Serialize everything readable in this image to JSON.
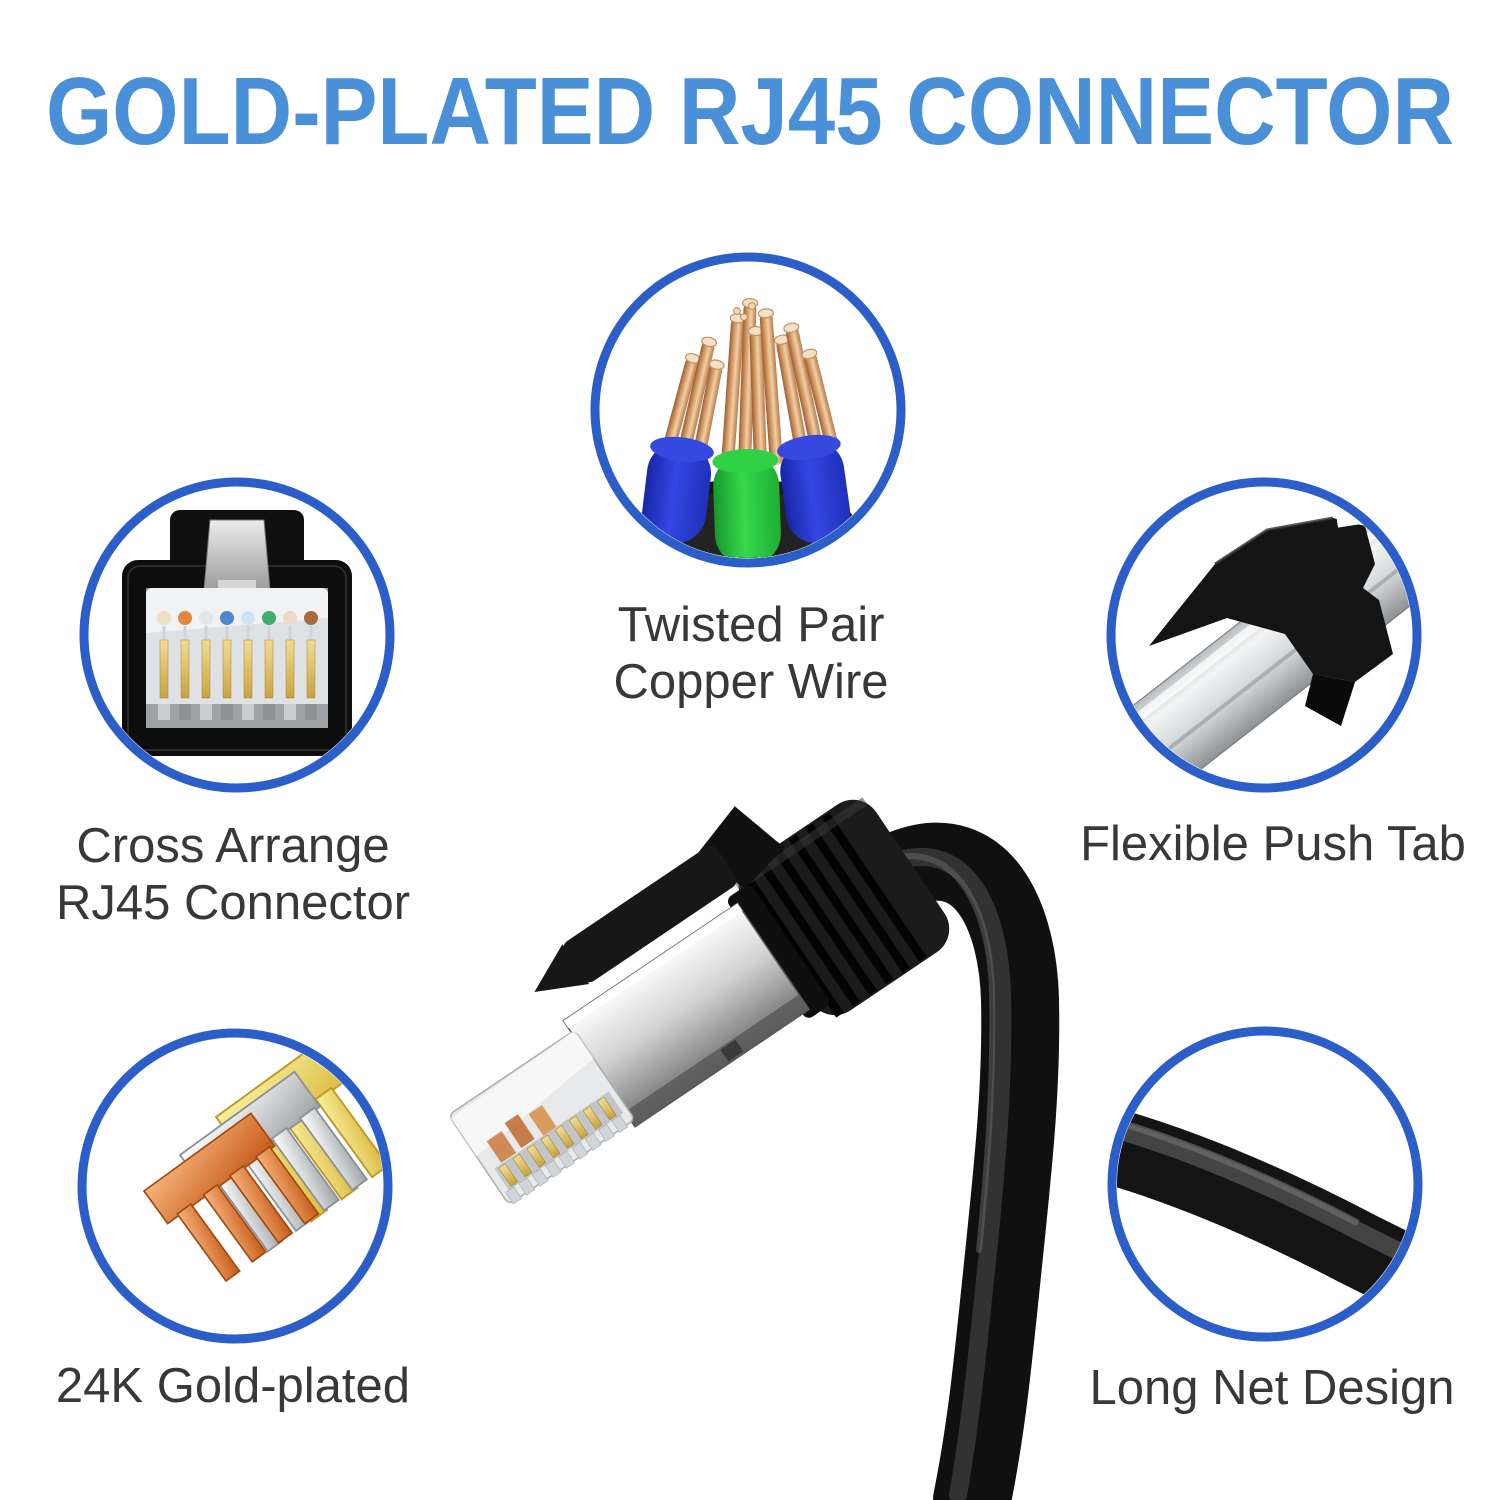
{
  "page_type": "product-feature-infographic",
  "title": {
    "text": "GOLD-PLATED RJ45 CONNECTOR",
    "color": "#4a90d9"
  },
  "style": {
    "background": "#ffffff",
    "circle_border_color": "#2b5ec8",
    "label_color": "#383838"
  },
  "features": [
    {
      "id": "twisted-pair-copper-wire",
      "icon": "copper-wires-photo",
      "lines": [
        "Twisted Pair",
        "Copper Wire"
      ]
    },
    {
      "id": "cross-arrange-rj45-connector",
      "icon": "rj45-connector-face-photo",
      "lines": [
        "Cross Arrange",
        "RJ45 Connector"
      ]
    },
    {
      "id": "flexible-push-tab",
      "icon": "push-tab-photo",
      "lines": [
        "Flexible Push Tab"
      ]
    },
    {
      "id": "24k-gold-plated",
      "icon": "gold-plated-pins-photo",
      "lines": [
        "24K Gold-plated"
      ]
    },
    {
      "id": "long-net-design",
      "icon": "cable-photo",
      "lines": [
        "Long Net Design"
      ]
    }
  ],
  "center_image": {
    "subject": "Shielded RJ45 connector with black strain-relief boot and black round cable"
  },
  "palette": {
    "copper": "#d9a06b",
    "gold": "#e6c34a",
    "silver": "#d4d7d9",
    "cable_black": "#111111",
    "sleeve_blue": "#2c3fd6",
    "sleeve_green": "#2bc93e"
  }
}
